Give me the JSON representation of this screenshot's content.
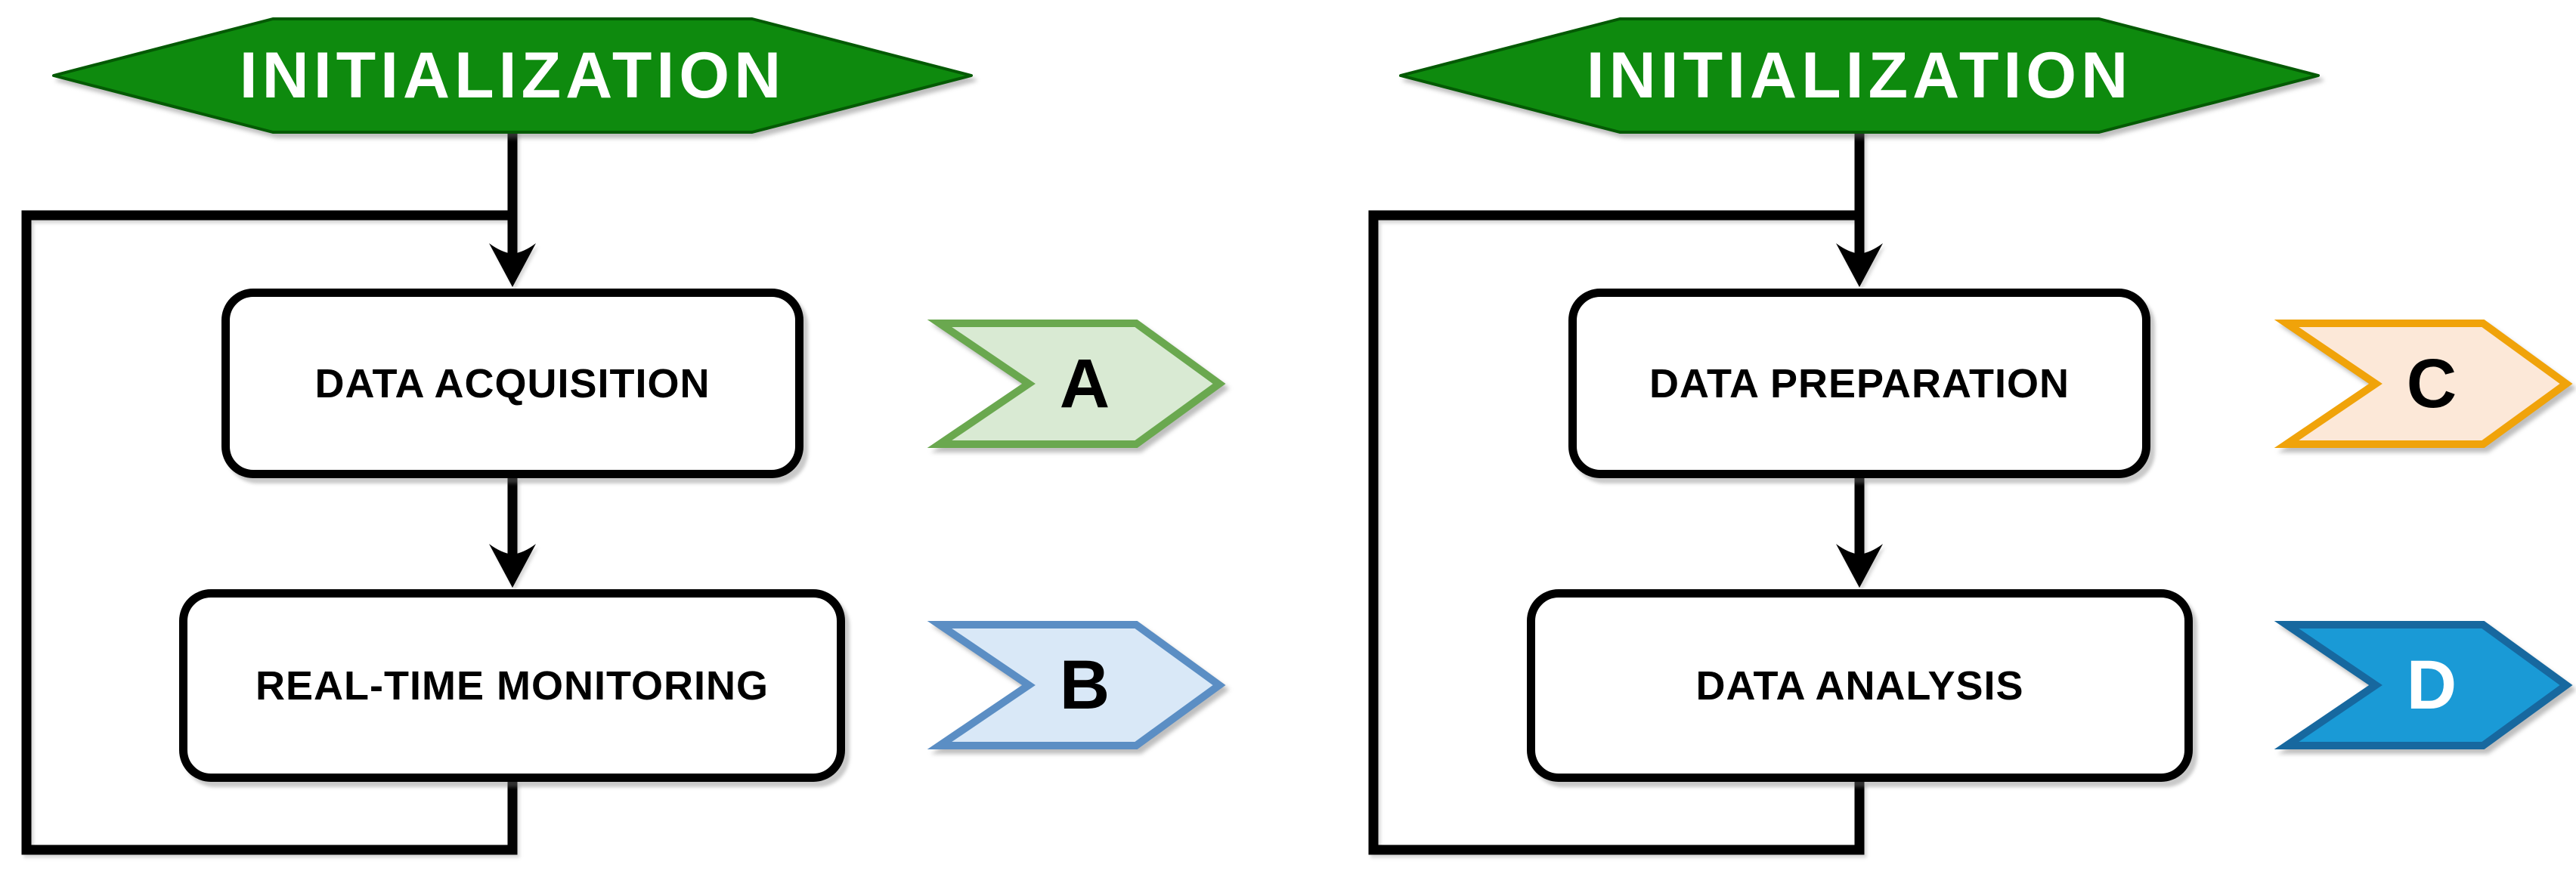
{
  "left_flow": {
    "init_label": "INITIALIZATION",
    "step1_label": "DATA ACQUISITION",
    "step2_label": "REAL-TIME MONITORING",
    "tag_a_label": "A",
    "tag_b_label": "B"
  },
  "right_flow": {
    "init_label": "INITIALIZATION",
    "step1_label": "DATA PREPARATION",
    "step2_label": "DATA ANALYSIS",
    "tag_c_label": "C",
    "tag_d_label": "D"
  },
  "colors": {
    "hexagon_fill": "#0E8A0E",
    "hexagon_border": "#045A04",
    "line_color": "#000000",
    "tag_a_fill": "#D9EAD3",
    "tag_a_border": "#6AA84F",
    "tag_b_fill": "#D9E8F7",
    "tag_b_border": "#5B8EC4",
    "tag_c_fill": "#FCE8D8",
    "tag_c_border": "#F0A30A",
    "tag_d_fill": "#1A9AD6",
    "tag_d_border": "#17689F"
  }
}
